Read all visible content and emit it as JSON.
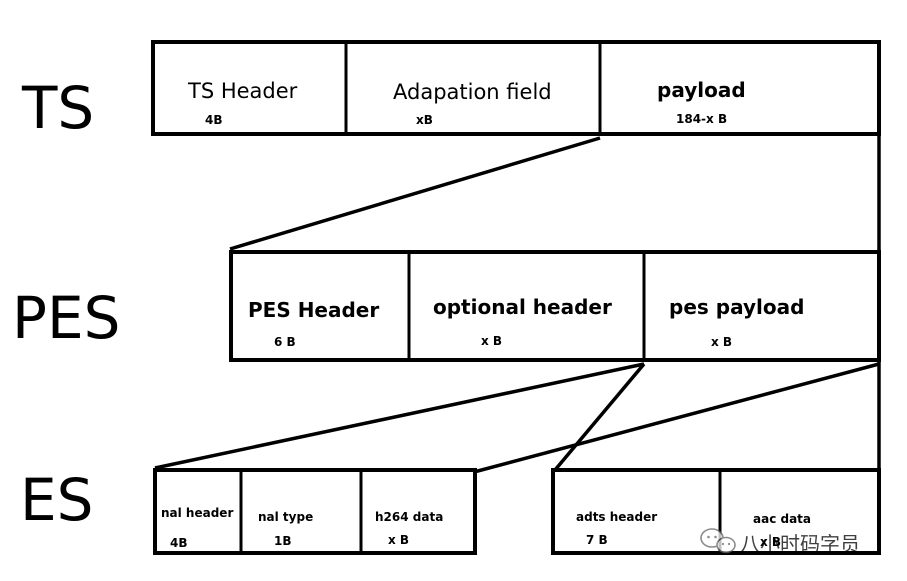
{
  "levels": {
    "ts": {
      "label": "TS",
      "cells": [
        {
          "name": "TS Header",
          "size": "4B"
        },
        {
          "name": "Adapation field",
          "size": "xB"
        },
        {
          "name": "payload",
          "size": "184-x B"
        }
      ]
    },
    "pes": {
      "label": "PES",
      "cells": [
        {
          "name": "PES Header",
          "size": "6 B"
        },
        {
          "name": "optional header",
          "size": "x B"
        },
        {
          "name": "pes payload",
          "size": "x B"
        }
      ]
    },
    "es": {
      "label": "ES",
      "video_cells": [
        {
          "name": "nal header",
          "size": "4B"
        },
        {
          "name": "nal type",
          "size": "1B"
        },
        {
          "name": "h264 data",
          "size": "x B"
        }
      ],
      "audio_cells": [
        {
          "name": "adts header",
          "size": "7 B"
        },
        {
          "name": "aac data",
          "size": "x B"
        }
      ]
    }
  },
  "watermark": "八小时码字员"
}
